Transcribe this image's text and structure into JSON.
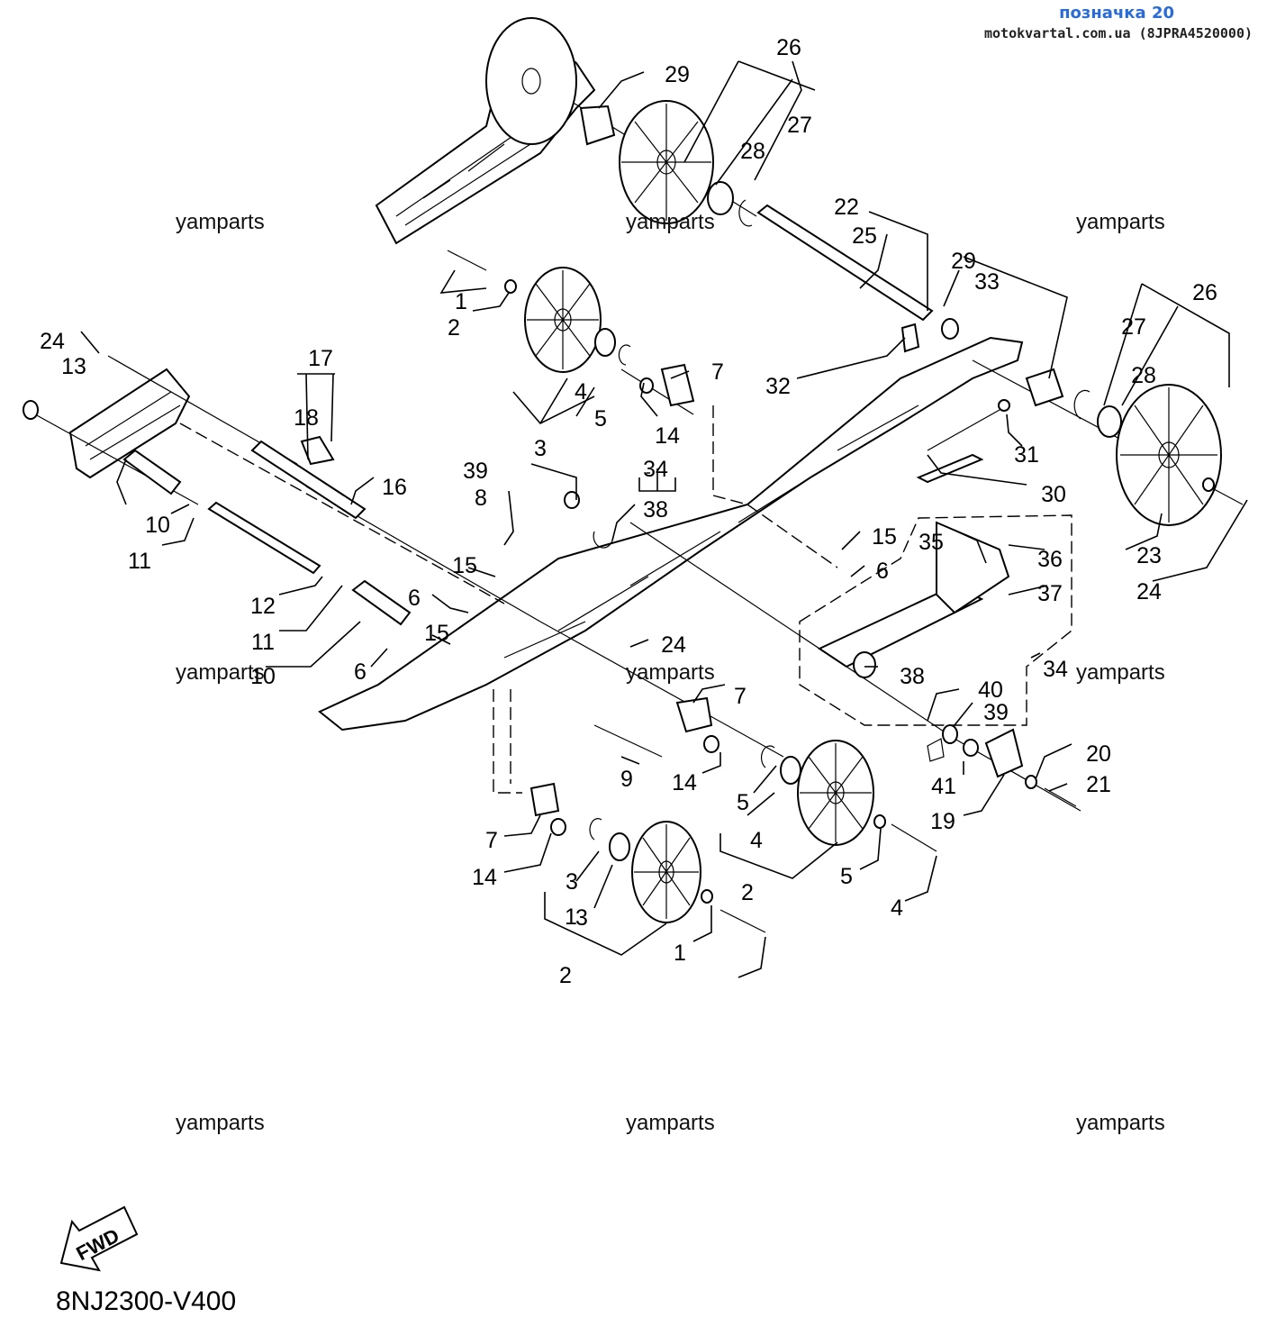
{
  "header": {
    "title": "позначка 20",
    "subtitle": "motokvartal.com.ua (8JPRA4520000)"
  },
  "watermarks": [
    "yamparts",
    "yamparts",
    "yamparts",
    "yamparts",
    "yamparts",
    "yamparts",
    "yamparts",
    "yamparts",
    "yamparts"
  ],
  "fwd_label": "FWD",
  "diagram_code": "8NJ2300-V400",
  "callouts": [
    "26",
    "29",
    "27",
    "28",
    "22",
    "25",
    "29",
    "33",
    "26",
    "27",
    "28",
    "1",
    "2",
    "24",
    "13",
    "17",
    "18",
    "32",
    "7",
    "4",
    "5",
    "3",
    "14",
    "31",
    "30",
    "16",
    "39",
    "34",
    "8",
    "38",
    "10",
    "11",
    "15",
    "15",
    "6",
    "35",
    "36",
    "23",
    "37",
    "24",
    "12",
    "11",
    "6",
    "15",
    "24",
    "10",
    "6",
    "38",
    "40",
    "34",
    "7",
    "39",
    "9",
    "14",
    "5",
    "41",
    "20",
    "21",
    "19",
    "4",
    "7",
    "14",
    "3",
    "2",
    "5",
    "1",
    "4",
    "3",
    "2",
    "1"
  ],
  "colors": {
    "header_blue": "#2a6bd6",
    "line": "#000000",
    "background": "#ffffff"
  }
}
